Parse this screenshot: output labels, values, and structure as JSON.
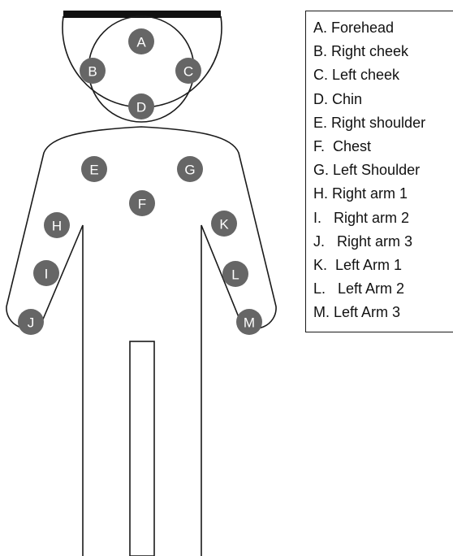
{
  "sites": [
    {
      "id": "A",
      "label": "A"
    },
    {
      "id": "B",
      "label": "B"
    },
    {
      "id": "C",
      "label": "C"
    },
    {
      "id": "D",
      "label": "D"
    },
    {
      "id": "E",
      "label": "E"
    },
    {
      "id": "F",
      "label": "F"
    },
    {
      "id": "G",
      "label": "G"
    },
    {
      "id": "H",
      "label": "H"
    },
    {
      "id": "I",
      "label": "I"
    },
    {
      "id": "J",
      "label": "J"
    },
    {
      "id": "K",
      "label": "K"
    },
    {
      "id": "L",
      "label": "L"
    },
    {
      "id": "M",
      "label": "M"
    }
  ],
  "legend": {
    "items": [
      "A. Forehead",
      "B. Right cheek",
      "C. Left cheek",
      "D. Chin",
      "E. Right shoulder",
      "F.  Chest",
      "G. Left Shoulder",
      "H. Right arm 1",
      "I.   Right arm 2",
      "J.   Right arm 3",
      "K.  Left Arm 1",
      "L.   Left Arm 2",
      "M. Left Arm 3"
    ]
  },
  "colors": {
    "marker": "#666666",
    "marker_text": "#ffffff",
    "outline": "#1a1a1a"
  }
}
